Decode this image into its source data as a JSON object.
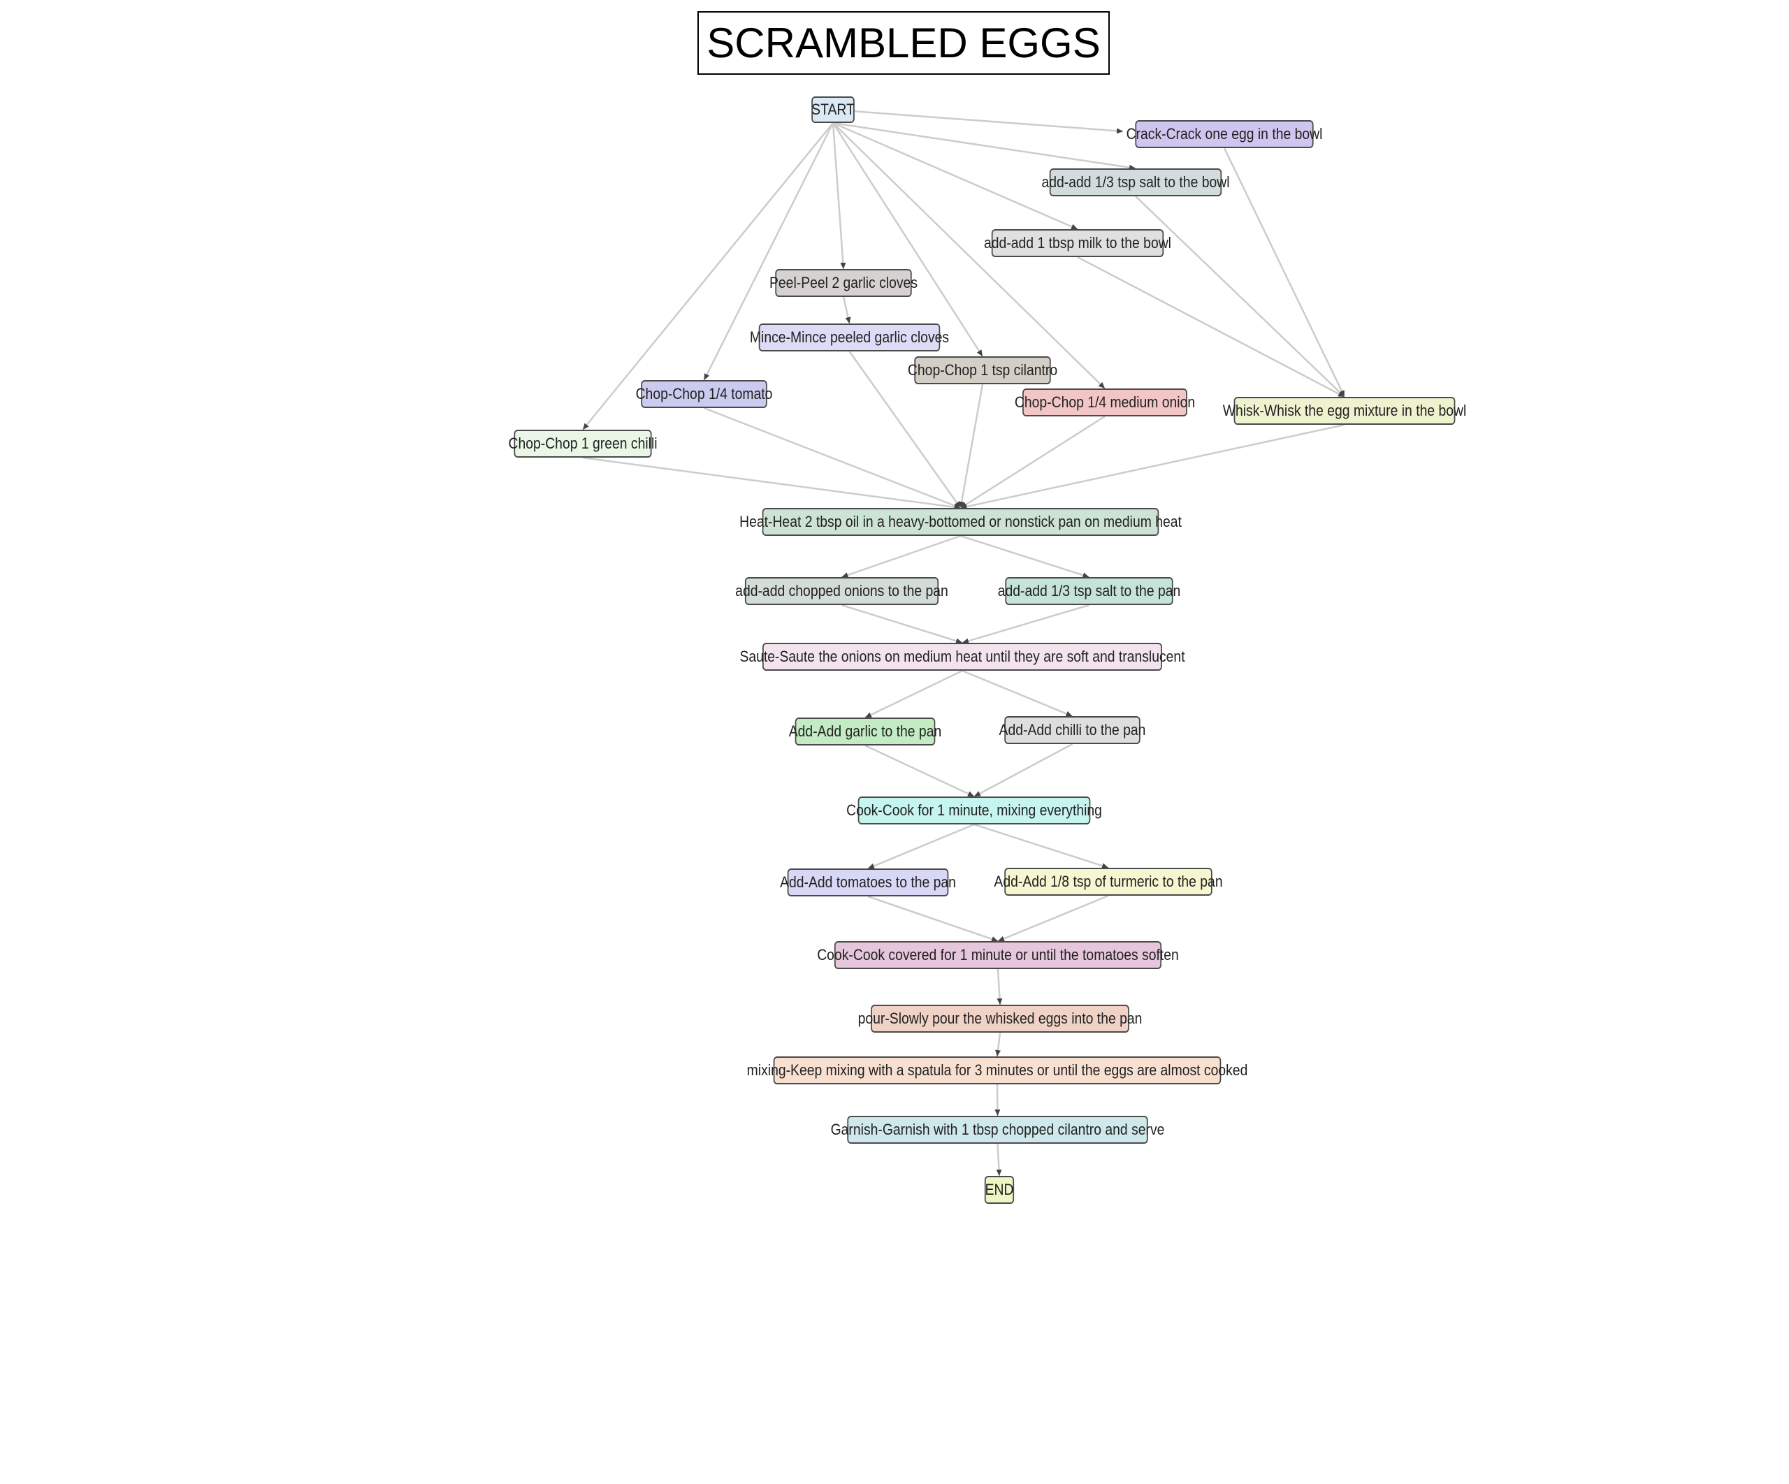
{
  "diagram": {
    "title": "SCRAMBLED EGGS",
    "edge_color": "#cccccc",
    "nodes": [
      {
        "id": "start",
        "label": "START",
        "fill": "#dbe9f7"
      },
      {
        "id": "crack",
        "label": "Crack-Crack one egg in the bowl",
        "fill": "#cfc6ef"
      },
      {
        "id": "salt_bowl",
        "label": "add-add 1/3 tsp salt to the bowl",
        "fill": "#d2dcdc"
      },
      {
        "id": "milk",
        "label": "add-add 1 tbsp milk to the bowl",
        "fill": "#e0e0e0"
      },
      {
        "id": "peel",
        "label": "Peel-Peel 2 garlic cloves",
        "fill": "#d6d2d2"
      },
      {
        "id": "mince",
        "label": "Mince-Mince peeled garlic cloves",
        "fill": "#dcdcf6"
      },
      {
        "id": "cilantro",
        "label": "Chop-Chop 1 tsp cilantro",
        "fill": "#d4cfc6"
      },
      {
        "id": "onion",
        "label": "Chop-Chop 1/4 medium onion",
        "fill": "#f2c6c6"
      },
      {
        "id": "whisk",
        "label": "Whisk-Whisk the egg mixture in the bowl",
        "fill": "#eef2cf"
      },
      {
        "id": "tomato",
        "label": "Chop-Chop 1/4 tomato",
        "fill": "#cbcbef"
      },
      {
        "id": "chilli",
        "label": "Chop-Chop 1 green chilli",
        "fill": "#eaf7e6"
      },
      {
        "id": "heat",
        "label": "Heat-Heat 2 tbsp oil in a heavy-bottomed or nonstick pan on medium heat",
        "fill": "#cde3d3"
      },
      {
        "id": "add_onions",
        "label": "add-add chopped onions to the pan",
        "fill": "#d3dcd6"
      },
      {
        "id": "salt_pan",
        "label": "add-add 1/3 tsp salt to the pan",
        "fill": "#c5e3d8"
      },
      {
        "id": "saute",
        "label": "Saute-Saute the onions on medium heat until they are soft and translucent",
        "fill": "#f3e3ef"
      },
      {
        "id": "garlic",
        "label": "Add-Add garlic to the pan",
        "fill": "#c4ecc4"
      },
      {
        "id": "add_chilli",
        "label": "Add-Add chilli to the pan",
        "fill": "#dedede"
      },
      {
        "id": "cook1",
        "label": "Cook-Cook for 1 minute, mixing everything",
        "fill": "#c6f4ee"
      },
      {
        "id": "tomatoes",
        "label": "Add-Add tomatoes to the pan",
        "fill": "#d8d8f6"
      },
      {
        "id": "turmeric",
        "label": "Add-Add 1/8 tsp of turmeric to the pan",
        "fill": "#f6f6d0"
      },
      {
        "id": "cook_covered",
        "label": "Cook-Cook covered for 1 minute or until the tomatoes soften",
        "fill": "#e6c6dc"
      },
      {
        "id": "pour",
        "label": "pour-Slowly pour the whisked eggs into the pan",
        "fill": "#f0d2c6"
      },
      {
        "id": "mixing",
        "label": "mixing-Keep mixing with a spatula for 3 minutes or until the eggs are almost cooked",
        "fill": "#f8e0d0"
      },
      {
        "id": "garnish",
        "label": "Garnish-Garnish with 1 tbsp chopped cilantro and serve",
        "fill": "#cfe8ec"
      },
      {
        "id": "end",
        "label": "END",
        "fill": "#eef6c6"
      }
    ],
    "edges": [
      [
        "start",
        "crack"
      ],
      [
        "start",
        "salt_bowl"
      ],
      [
        "start",
        "milk"
      ],
      [
        "start",
        "peel"
      ],
      [
        "start",
        "cilantro"
      ],
      [
        "start",
        "onion"
      ],
      [
        "start",
        "tomato"
      ],
      [
        "start",
        "chilli"
      ],
      [
        "crack",
        "whisk"
      ],
      [
        "salt_bowl",
        "whisk"
      ],
      [
        "milk",
        "whisk"
      ],
      [
        "peel",
        "mince"
      ],
      [
        "mince",
        "heat"
      ],
      [
        "cilantro",
        "heat"
      ],
      [
        "onion",
        "heat"
      ],
      [
        "whisk",
        "heat"
      ],
      [
        "tomato",
        "heat"
      ],
      [
        "chilli",
        "heat"
      ],
      [
        "heat",
        "add_onions"
      ],
      [
        "heat",
        "salt_pan"
      ],
      [
        "add_onions",
        "saute"
      ],
      [
        "salt_pan",
        "saute"
      ],
      [
        "saute",
        "garlic"
      ],
      [
        "saute",
        "add_chilli"
      ],
      [
        "garlic",
        "cook1"
      ],
      [
        "add_chilli",
        "cook1"
      ],
      [
        "cook1",
        "tomatoes"
      ],
      [
        "cook1",
        "turmeric"
      ],
      [
        "tomatoes",
        "cook_covered"
      ],
      [
        "turmeric",
        "cook_covered"
      ],
      [
        "cook_covered",
        "pour"
      ],
      [
        "pour",
        "mixing"
      ],
      [
        "mixing",
        "garnish"
      ],
      [
        "garnish",
        "end"
      ]
    ]
  }
}
